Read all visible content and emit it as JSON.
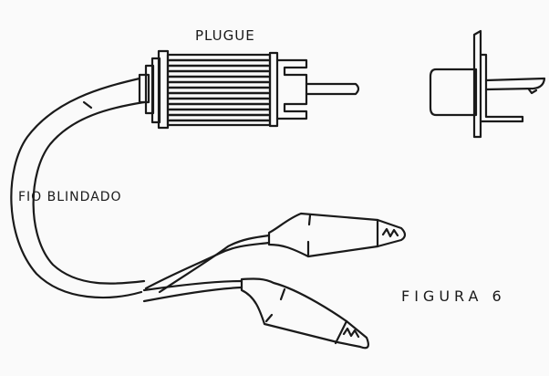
{
  "labels": {
    "plug": "PLUGUE",
    "wire": "FIO BLINDADO",
    "figure": "FIGURA 6"
  },
  "colors": {
    "ink": "#1a1a1a",
    "paper": "#fafafa"
  }
}
